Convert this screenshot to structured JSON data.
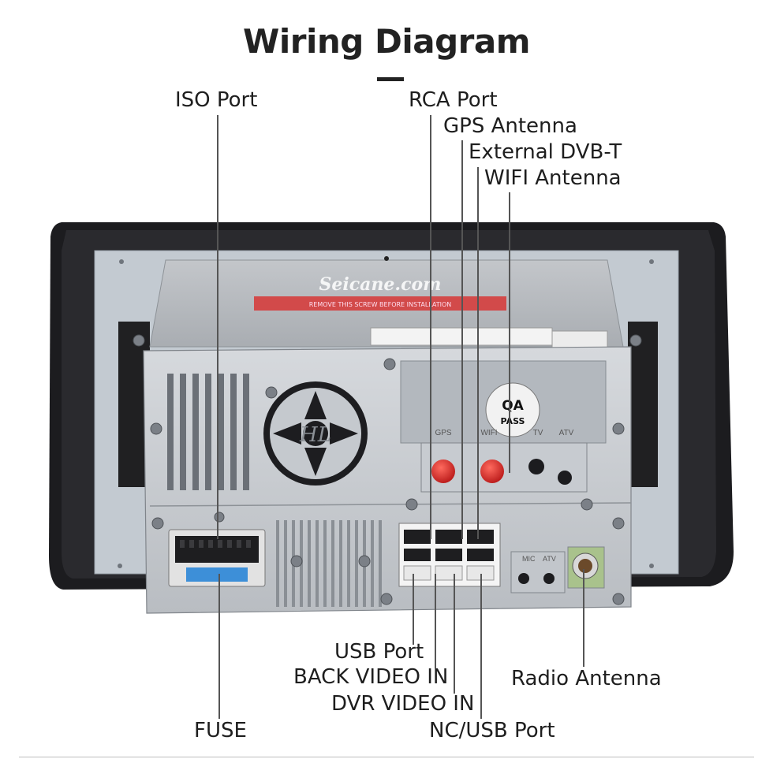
{
  "header": {
    "title": "Wiring Diagram"
  },
  "device": {
    "brand_watermark": "Seicane.com",
    "warning_label": "REMOVE THIS SCREW BEFORE INSTALLATION",
    "qa_sticker_line1": "QA",
    "qa_sticker_line2": "PASS",
    "fan_logo": "HL",
    "port_label_gps": "GPS",
    "port_label_wifi": "WIFI",
    "port_label_tv": "TV",
    "port_label_atv": "ATV",
    "port_label_mic": "MIC",
    "port_label_atv2": "ATV"
  },
  "labels": {
    "iso_port": "ISO Port",
    "rca_port": "RCA Port",
    "gps_antenna": "GPS Antenna",
    "external_dvbt": "External DVB-T",
    "wifi_antenna": "WIFI Antenna",
    "usb_port": "USB Port",
    "back_video_in": "BACK VIDEO IN",
    "dvr_video_in": "DVR VIDEO IN",
    "nc_usb_port": "NC/USB Port",
    "radio_antenna": "Radio Antenna",
    "fuse": "FUSE"
  },
  "colors": {
    "callout_line": "#555555",
    "antenna_red": "#d42a2a",
    "chassis": "#c9cdd2",
    "bezel": "#1c1c1f"
  }
}
